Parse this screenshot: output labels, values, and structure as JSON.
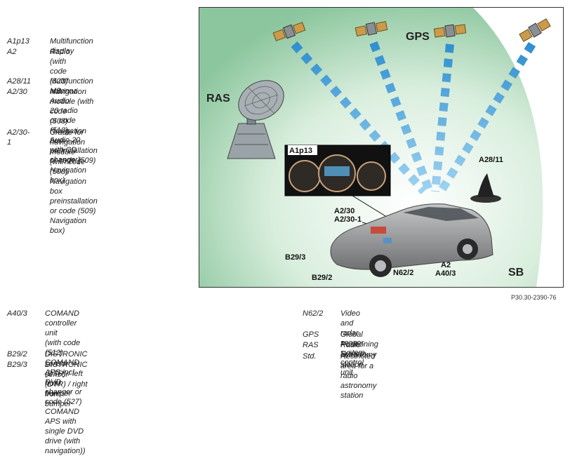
{
  "legend_top": [
    {
      "code": "A1p13",
      "desc": "Multifunction display"
    },
    {
      "code": "A2",
      "desc": "Radio (with code (523) MB Audio\n20 radio or code (510) Audio 20\nwith CD changer)"
    },
    {
      "code": "A28/11",
      "desc": "Multifunction antenna"
    },
    {
      "code": "A2/30",
      "desc": "Navigation module (with code\n(508) Navigation box\npreinstallation or code (509)\nNavigation box)"
    },
    {
      "code": "A2/30-1",
      "desc": "Cradle for navigation module\n(with code (508) Navigation box\npreinstallation or code (509)\nNavigation box)"
    }
  ],
  "legend_bottom_left": [
    {
      "code": "A40/3",
      "desc": "COMAND controller unit\n(with code (512) COMAND APS incl. DVD changer or\ncode (527) COMAND APS with single DVD drive (with\nnavigation))"
    },
    {
      "code": "B29/2",
      "desc": "DISTRONIC sensor (DTR) / left front bumper"
    },
    {
      "code": "B29/3",
      "desc": "DISTRONIC sensor (DTR) / right front bumper"
    }
  ],
  "legend_bottom_right": [
    {
      "code": "N62/2",
      "desc": "Video and radar sensor system control unit"
    },
    {
      "code": "GPS",
      "desc": "Global Positioning System"
    },
    {
      "code": "RAS",
      "desc": "Radio astronomy station"
    },
    {
      "code": "Std.",
      "desc": "Restricted area for a radio astronomy station"
    }
  ],
  "figure": {
    "labels": {
      "gps": "GPS",
      "ras": "RAS",
      "sb": "SB",
      "display": "A1p13",
      "antenna": "A28/11",
      "nav": "A2/30\nA2/30-1",
      "b293": "B29/3",
      "b292": "B29/2",
      "n622": "N62/2",
      "a2": "A2\nA40/3"
    },
    "colors": {
      "zone_light": "#ffffff",
      "zone_green": "#8cc69e",
      "beam_blue": "#3aa6e0",
      "car_body": "#9a9c9d",
      "panel_blue": "#5b8fc7"
    }
  },
  "reference": "P30.30-2390-76"
}
